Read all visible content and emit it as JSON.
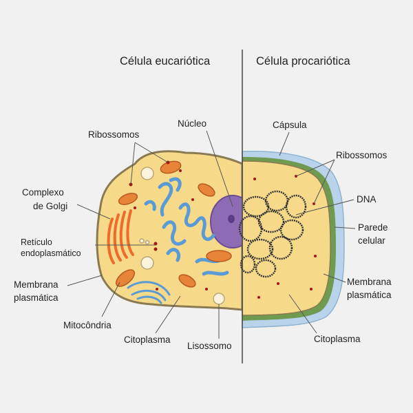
{
  "titles": {
    "eukaryote": "Célula eucariótica",
    "prokaryote": "Célula procariótica"
  },
  "eukaryote_labels": {
    "ribosomes": "Ribossomos",
    "nucleus": "Núcleo",
    "golgi_line1": "Complexo",
    "golgi_line2": "de Golgi",
    "er_line1": "Retículo",
    "er_line2": "endoplasmático",
    "membrane_line1": "Membrana",
    "membrane_line2": "plasmática",
    "mitochondria": "Mitocôndria",
    "cytoplasm": "Citoplasma",
    "lysosome": "Lisossomo"
  },
  "prokaryote_labels": {
    "capsule": "Cápsula",
    "ribosomes": "Ribossomos",
    "dna": "DNA",
    "wall_line1": "Parede",
    "wall_line2": "celular",
    "membrane_line1": "Membrana",
    "membrane_line2": "plasmática",
    "cytoplasm": "Citoplasma"
  },
  "colors": {
    "background": "#f1f1f1",
    "cytoplasm": "#f7d98a",
    "membrane": "#8a7a52",
    "nucleus": "#8e6bb5",
    "nucleolus": "#5a3d84",
    "golgi": "#ef6a2b",
    "endoplasmic_reticulum": "#5b9bd5",
    "mitochondria": "#e8843a",
    "lysosome": "#fbf3dc",
    "ribosome": "#a01818",
    "capsule": "#b9d4ea",
    "cell_wall": "#6e9b4f",
    "dna": "#333333"
  }
}
